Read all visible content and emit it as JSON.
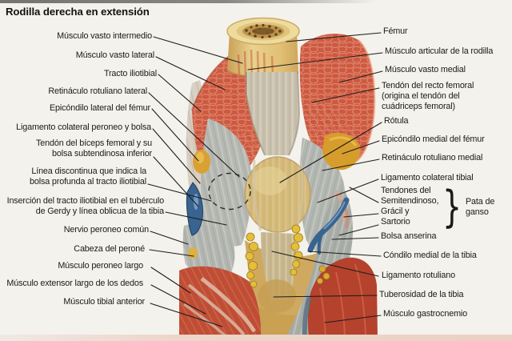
{
  "title": "Rodilla derecha en extensión",
  "labels_left": [
    {
      "text": "Músculo vasto intermedio"
    },
    {
      "text": "Músculo vasto lateral"
    },
    {
      "text": "Tracto iliotibial"
    },
    {
      "text": "Retináculo rotuliano lateral"
    },
    {
      "text": "Epicóndilo lateral del fémur"
    },
    {
      "text": "Ligamento colateral peroneo y bolsa"
    },
    {
      "text": "Tendón del bíceps femoral y su\nbolsa subtendinosa inferior"
    },
    {
      "text": "Línea discontinua que indica la\nbolsa profunda al tracto iliotibial"
    },
    {
      "text": "Inserción del tracto iliotibial en el tubérculo\nde Gerdy y línea oblicua de la tibia"
    },
    {
      "text": "Nervio peroneo común"
    },
    {
      "text": "Cabeza del peroné"
    },
    {
      "text": "Músculo peroneo largo"
    },
    {
      "text": "Músculo extensor largo de los dedos"
    },
    {
      "text": "Músculo tibial anterior"
    }
  ],
  "labels_right": [
    {
      "text": "Fémur"
    },
    {
      "text": "Músculo articular de la rodilla"
    },
    {
      "text": "Músculo vasto medial"
    },
    {
      "text": "Tendón del recto femoral\n(origina el tendón del\ncuádriceps femoral)"
    },
    {
      "text": "Rótula"
    },
    {
      "text": "Epicóndilo medial del fémur"
    },
    {
      "text": "Retináculo rotuliano medial"
    },
    {
      "text": "Ligamento colateral tibial"
    },
    {
      "text": "Tendones del\nSemitendinoso,\nGrácil y\nSartorio"
    },
    {
      "text": "Bolsa anserina"
    },
    {
      "text": "Cóndilo medial de la tibia"
    },
    {
      "text": "Ligamento rotuliano"
    },
    {
      "text": "Tuberosidad de la tibia"
    },
    {
      "text": "Músculo gastrocnemio"
    }
  ],
  "annotation_group": {
    "brace": "}",
    "label": "Pata de\nganso"
  },
  "colors": {
    "muscle_red": "#cd5942",
    "muscle_red_dark": "#a83e29",
    "bone_tan": "#e3c177",
    "bone_top": "#eedc9e",
    "marrow_brown": "#6b4a1e",
    "tendon_beige": "#c9c1af",
    "patella_tan": "#d5b975",
    "retinaculum_gray": "#b5b8b2",
    "fat_yellow": "#e2b13c",
    "vessel_blue": "#38648f",
    "leader_line": "#1f1d1a",
    "background": "#f4f2ed",
    "footer_strip": "#ecd0c5"
  }
}
